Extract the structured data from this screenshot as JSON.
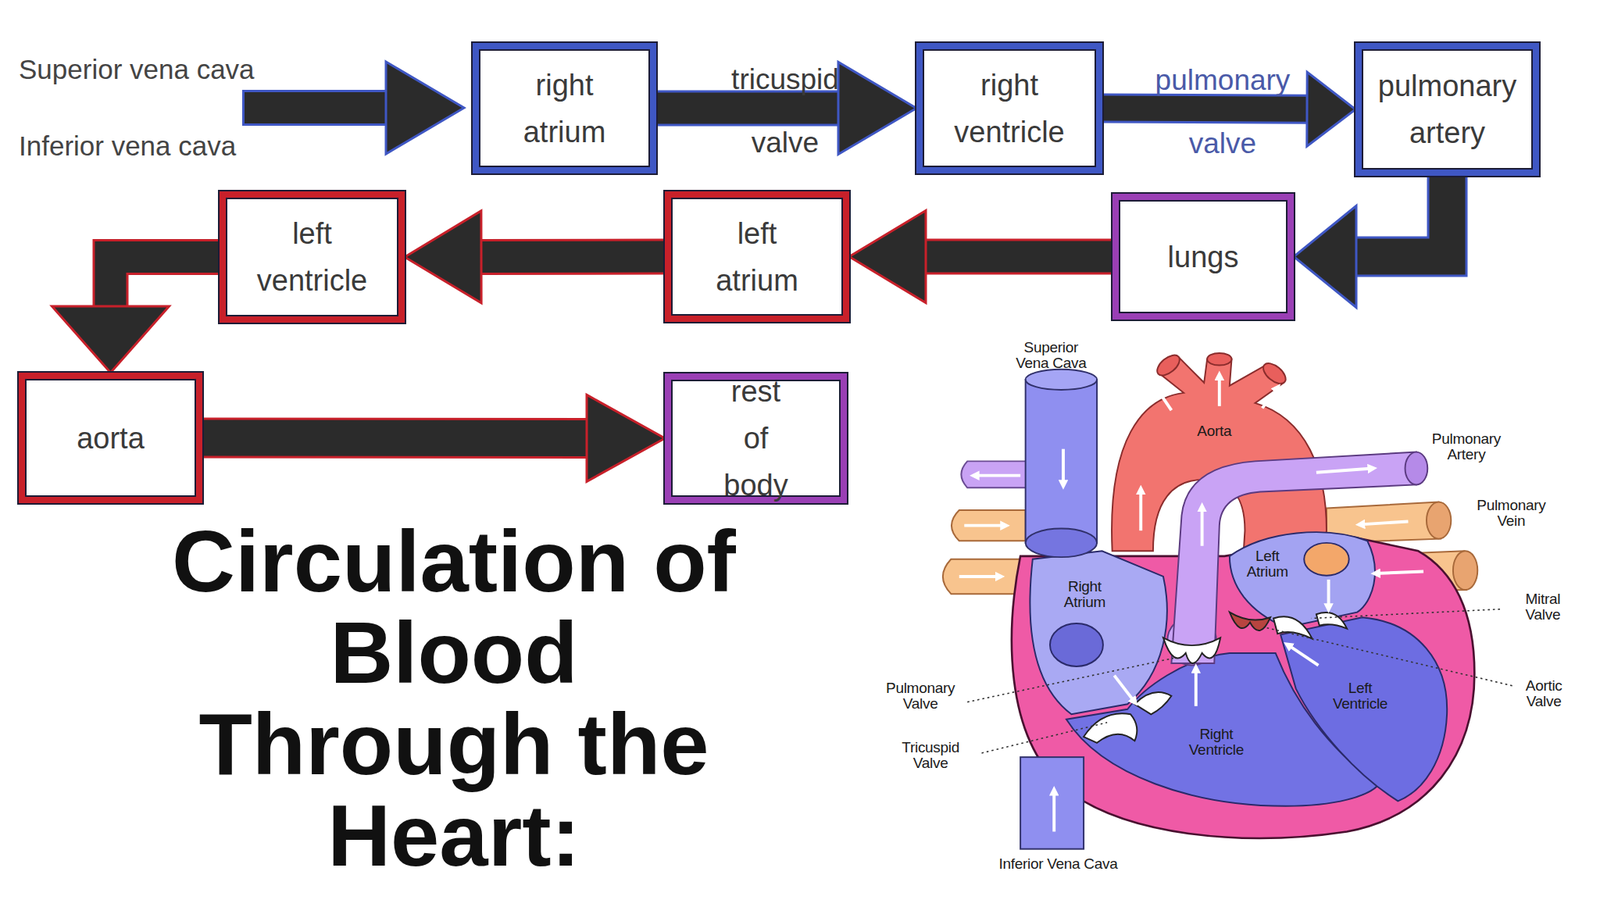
{
  "diagram": {
    "title": "Circulation of Blood Through the Heart:",
    "nodes": [
      {
        "text": [
          "right atrium"
        ]
      },
      {
        "text": [
          "right ventricle"
        ]
      },
      {
        "text": [
          "pulmonary artery"
        ]
      },
      {
        "text": [
          "lungs"
        ]
      },
      {
        "text": [
          "left atrium"
        ]
      },
      {
        "text": [
          "left ventricle"
        ]
      },
      {
        "text": [
          "aorta"
        ]
      },
      {
        "text": [
          "rest of body"
        ]
      }
    ],
    "edges": [
      {
        "from": 0,
        "to": 1,
        "label": "tricuspid valve",
        "arrow": "to"
      },
      {
        "from": 1,
        "to": 2,
        "label": "pulmonary valve",
        "arrow": "to"
      },
      {
        "from": 2,
        "to": 3,
        "arrow": "to"
      },
      {
        "from": 3,
        "to": 4,
        "arrow": "to"
      },
      {
        "from": 4,
        "to": 5,
        "arrow": "to"
      },
      {
        "from": 5,
        "to": 6,
        "arrow": "to"
      },
      {
        "from": 6,
        "to": 7,
        "arrow": "to"
      }
    ],
    "labels": [
      "Superior vena cava",
      "Inferior vena cava",
      "Superior Vena Cava",
      "Aorta",
      "Pulmonary Artery",
      "Pulmonary Vein",
      "Left Atrium",
      "Right Atrium",
      "Mitral Valve",
      "Pulmonary Valve",
      "Left Ventricle",
      "Aortic Valve",
      "Tricuspid Valve",
      "Right Ventricle",
      "Inferior Vena Cava"
    ]
  }
}
